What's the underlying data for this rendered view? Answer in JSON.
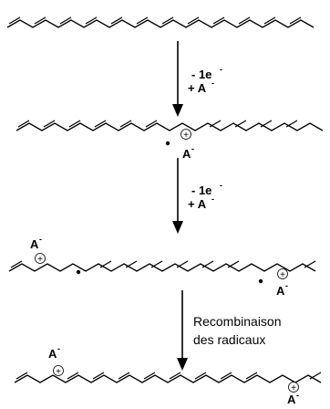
{
  "steps": [
    {
      "reaction_line1": "- 1e",
      "reaction_line1_sup": "-",
      "reaction_line2": "+ A",
      "reaction_line2_sup": "-"
    },
    {
      "reaction_line1": "- 1e",
      "reaction_line1_sup": "-",
      "reaction_line2": "+ A",
      "reaction_line2_sup": "-"
    },
    {
      "reaction_line1": "Recombinaison",
      "reaction_line2": "des radicaux"
    }
  ],
  "counterion": {
    "label": "A",
    "sup": "-"
  },
  "charge_symbol": "+"
}
